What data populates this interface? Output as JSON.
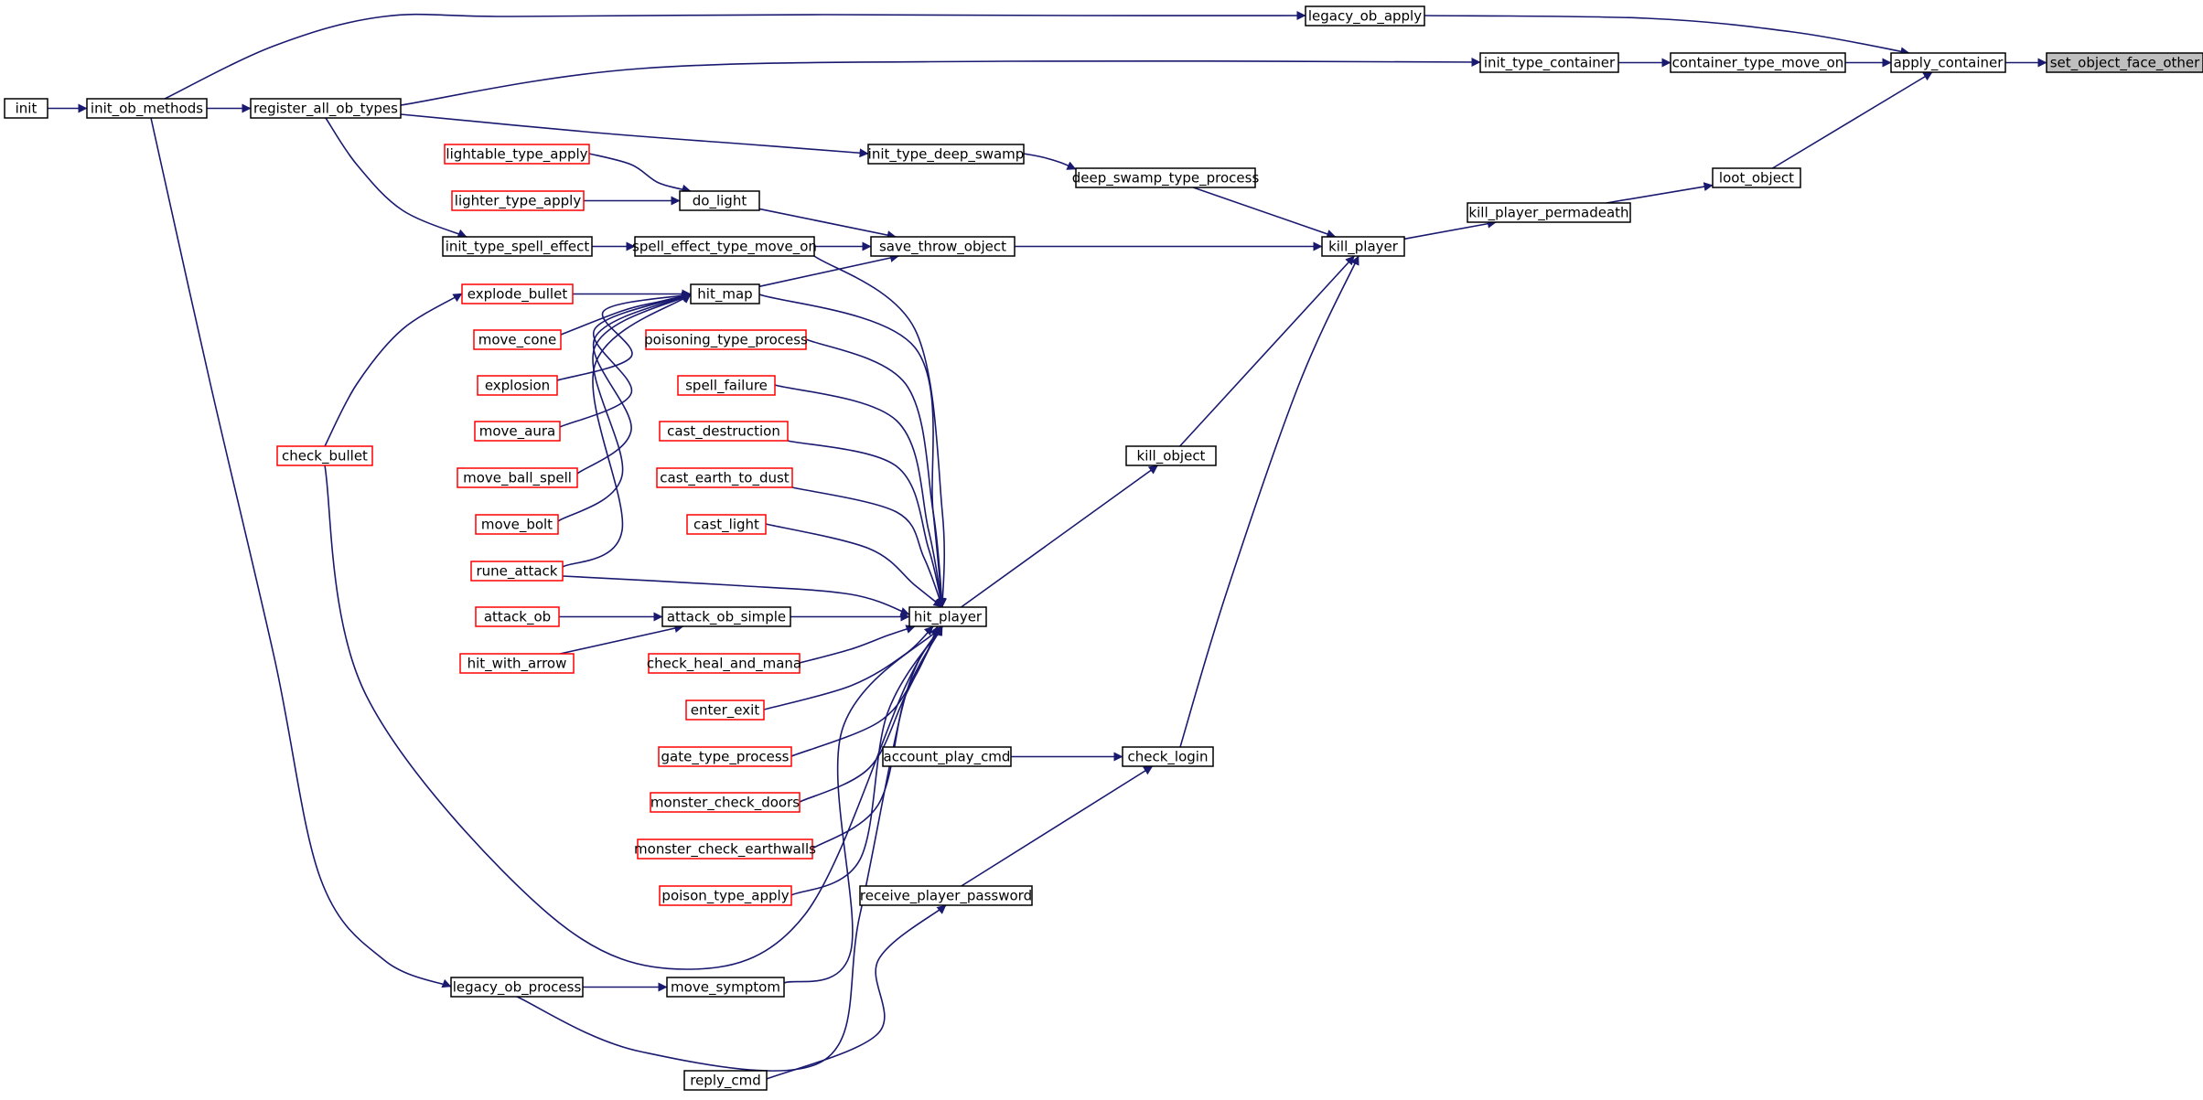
{
  "colors": {
    "edge": "#191970",
    "border_default": "#000000",
    "border_truncated": "#ff0000",
    "fill_default": "#ffffff",
    "fill_focus": "#bfbfbf"
  },
  "nodes": [
    {
      "id": "set_object_face_other",
      "label": "set_object_face_other",
      "style": "focus"
    },
    {
      "id": "apply_container",
      "label": "apply_container",
      "style": "normal"
    },
    {
      "id": "legacy_ob_apply",
      "label": "legacy_ob_apply",
      "style": "normal"
    },
    {
      "id": "container_type_move_on",
      "label": "container_type_move_on",
      "style": "normal"
    },
    {
      "id": "init_type_container",
      "label": "init_type_container",
      "style": "normal"
    },
    {
      "id": "loot_object",
      "label": "loot_object",
      "style": "normal"
    },
    {
      "id": "kill_player_permadeath",
      "label": "kill_player_permadeath",
      "style": "normal"
    },
    {
      "id": "kill_player",
      "label": "kill_player",
      "style": "normal"
    },
    {
      "id": "deep_swamp_type_process",
      "label": "deep_swamp_type_process",
      "style": "normal"
    },
    {
      "id": "init_type_deep_swamp",
      "label": "init_type_deep_swamp",
      "style": "normal"
    },
    {
      "id": "save_throw_object",
      "label": "save_throw_object",
      "style": "normal"
    },
    {
      "id": "do_light",
      "label": "do_light",
      "style": "normal"
    },
    {
      "id": "spell_effect_type_move_on",
      "label": "spell_effect_type_move_on",
      "style": "normal"
    },
    {
      "id": "hit_map",
      "label": "hit_map",
      "style": "normal"
    },
    {
      "id": "init_type_spell_effect",
      "label": "init_type_spell_effect",
      "style": "normal"
    },
    {
      "id": "register_all_ob_types",
      "label": "register_all_ob_types",
      "style": "normal"
    },
    {
      "id": "init_ob_methods",
      "label": "init_ob_methods",
      "style": "normal"
    },
    {
      "id": "init",
      "label": "init",
      "style": "normal"
    },
    {
      "id": "lightable_type_apply",
      "label": "lightable_type_apply",
      "style": "truncated"
    },
    {
      "id": "lighter_type_apply",
      "label": "lighter_type_apply",
      "style": "truncated"
    },
    {
      "id": "explode_bullet",
      "label": "explode_bullet",
      "style": "truncated"
    },
    {
      "id": "move_cone",
      "label": "move_cone",
      "style": "truncated"
    },
    {
      "id": "explosion",
      "label": "explosion",
      "style": "truncated"
    },
    {
      "id": "move_aura",
      "label": "move_aura",
      "style": "truncated"
    },
    {
      "id": "move_ball_spell",
      "label": "move_ball_spell",
      "style": "truncated"
    },
    {
      "id": "move_bolt",
      "label": "move_bolt",
      "style": "truncated"
    },
    {
      "id": "rune_attack",
      "label": "rune_attack",
      "style": "truncated"
    },
    {
      "id": "check_bullet",
      "label": "check_bullet",
      "style": "truncated"
    },
    {
      "id": "kill_object",
      "label": "kill_object",
      "style": "normal"
    },
    {
      "id": "hit_player",
      "label": "hit_player",
      "style": "normal"
    },
    {
      "id": "poisoning_type_process",
      "label": "poisoning_type_process",
      "style": "truncated"
    },
    {
      "id": "spell_failure",
      "label": "spell_failure",
      "style": "truncated"
    },
    {
      "id": "cast_destruction",
      "label": "cast_destruction",
      "style": "truncated"
    },
    {
      "id": "cast_earth_to_dust",
      "label": "cast_earth_to_dust",
      "style": "truncated"
    },
    {
      "id": "cast_light",
      "label": "cast_light",
      "style": "truncated"
    },
    {
      "id": "attack_ob_simple",
      "label": "attack_ob_simple",
      "style": "normal"
    },
    {
      "id": "attack_ob",
      "label": "attack_ob",
      "style": "truncated"
    },
    {
      "id": "hit_with_arrow",
      "label": "hit_with_arrow",
      "style": "truncated"
    },
    {
      "id": "check_heal_and_mana",
      "label": "check_heal_and_mana",
      "style": "truncated"
    },
    {
      "id": "enter_exit",
      "label": "enter_exit",
      "style": "truncated"
    },
    {
      "id": "gate_type_process",
      "label": "gate_type_process",
      "style": "truncated"
    },
    {
      "id": "monster_check_doors",
      "label": "monster_check_doors",
      "style": "truncated"
    },
    {
      "id": "monster_check_earthwalls",
      "label": "monster_check_earthwalls",
      "style": "truncated"
    },
    {
      "id": "poison_type_apply",
      "label": "poison_type_apply",
      "style": "truncated"
    },
    {
      "id": "legacy_ob_process",
      "label": "legacy_ob_process",
      "style": "normal"
    },
    {
      "id": "move_symptom",
      "label": "move_symptom",
      "style": "normal"
    },
    {
      "id": "check_login",
      "label": "check_login",
      "style": "normal"
    },
    {
      "id": "account_play_cmd",
      "label": "account_play_cmd",
      "style": "normal"
    },
    {
      "id": "receive_player_password",
      "label": "receive_player_password",
      "style": "normal"
    },
    {
      "id": "reply_cmd",
      "label": "reply_cmd",
      "style": "normal"
    }
  ],
  "edges": [
    [
      "apply_container",
      "set_object_face_other"
    ],
    [
      "legacy_ob_apply",
      "apply_container"
    ],
    [
      "container_type_move_on",
      "apply_container"
    ],
    [
      "loot_object",
      "apply_container"
    ],
    [
      "init_ob_methods",
      "legacy_ob_apply"
    ],
    [
      "init_type_container",
      "container_type_move_on"
    ],
    [
      "register_all_ob_types",
      "init_type_container"
    ],
    [
      "init_ob_methods",
      "register_all_ob_types"
    ],
    [
      "init",
      "init_ob_methods"
    ],
    [
      "kill_player_permadeath",
      "loot_object"
    ],
    [
      "kill_player",
      "kill_player_permadeath"
    ],
    [
      "deep_swamp_type_process",
      "kill_player"
    ],
    [
      "save_throw_object",
      "kill_player"
    ],
    [
      "kill_object",
      "kill_player"
    ],
    [
      "check_login",
      "kill_player"
    ],
    [
      "init_type_deep_swamp",
      "deep_swamp_type_process"
    ],
    [
      "register_all_ob_types",
      "init_type_deep_swamp"
    ],
    [
      "do_light",
      "save_throw_object"
    ],
    [
      "spell_effect_type_move_on",
      "save_throw_object"
    ],
    [
      "hit_map",
      "save_throw_object"
    ],
    [
      "lightable_type_apply",
      "do_light"
    ],
    [
      "lighter_type_apply",
      "do_light"
    ],
    [
      "init_type_spell_effect",
      "spell_effect_type_move_on"
    ],
    [
      "register_all_ob_types",
      "init_type_spell_effect"
    ],
    [
      "explode_bullet",
      "hit_map"
    ],
    [
      "move_cone",
      "hit_map"
    ],
    [
      "explosion",
      "hit_map"
    ],
    [
      "move_aura",
      "hit_map"
    ],
    [
      "move_ball_spell",
      "hit_map"
    ],
    [
      "move_bolt",
      "hit_map"
    ],
    [
      "rune_attack",
      "hit_map"
    ],
    [
      "check_bullet",
      "explode_bullet"
    ],
    [
      "hit_player",
      "kill_object"
    ],
    [
      "spell_effect_type_move_on",
      "hit_player"
    ],
    [
      "hit_map",
      "hit_player"
    ],
    [
      "poisoning_type_process",
      "hit_player"
    ],
    [
      "spell_failure",
      "hit_player"
    ],
    [
      "cast_destruction",
      "hit_player"
    ],
    [
      "cast_earth_to_dust",
      "hit_player"
    ],
    [
      "cast_light",
      "hit_player"
    ],
    [
      "rune_attack",
      "hit_player"
    ],
    [
      "attack_ob_simple",
      "hit_player"
    ],
    [
      "check_heal_and_mana",
      "hit_player"
    ],
    [
      "enter_exit",
      "hit_player"
    ],
    [
      "gate_type_process",
      "hit_player"
    ],
    [
      "monster_check_doors",
      "hit_player"
    ],
    [
      "monster_check_earthwalls",
      "hit_player"
    ],
    [
      "poison_type_apply",
      "hit_player"
    ],
    [
      "check_bullet",
      "hit_player"
    ],
    [
      "legacy_ob_process",
      "hit_player"
    ],
    [
      "move_symptom",
      "hit_player"
    ],
    [
      "attack_ob",
      "attack_ob_simple"
    ],
    [
      "hit_with_arrow",
      "attack_ob_simple"
    ],
    [
      "init_ob_methods",
      "legacy_ob_process"
    ],
    [
      "legacy_ob_process",
      "move_symptom"
    ],
    [
      "account_play_cmd",
      "check_login"
    ],
    [
      "receive_player_password",
      "check_login"
    ],
    [
      "reply_cmd",
      "receive_player_password"
    ]
  ]
}
